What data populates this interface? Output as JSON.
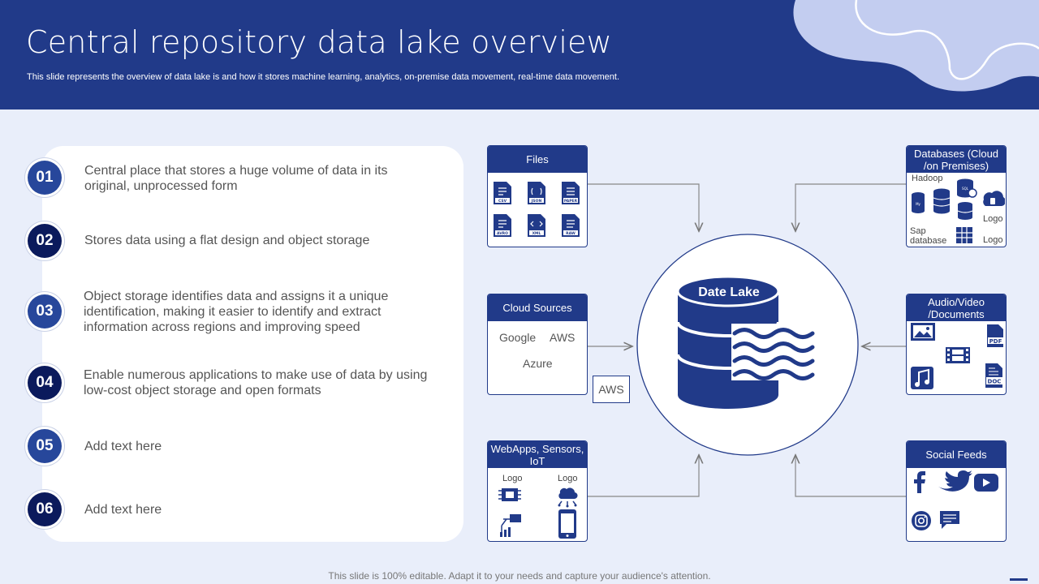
{
  "title": "Central repository data lake overview",
  "subtitle": "This slide represents the overview of data lake is and how it stores machine learning, analytics, on-premise data movement, real-time data movement.",
  "items": [
    {
      "num": "01",
      "text": "Central place that stores a huge volume of data in its original, unprocessed form"
    },
    {
      "num": "02",
      "text": "Stores data using a flat design and object storage"
    },
    {
      "num": "03",
      "text": "Object storage identifies data and assigns it a unique identification, making it easier to identify and extract information across regions and improving speed"
    },
    {
      "num": "04",
      "text": "Enable numerous applications to make use of data by using low-cost object storage and open formats"
    },
    {
      "num": "05",
      "text": "Add text here"
    },
    {
      "num": "06",
      "text": "Add text here"
    }
  ],
  "center": {
    "label": "Date Lake"
  },
  "sources": {
    "files": {
      "title": "Files",
      "file_types": [
        "CSV",
        "JSON",
        "PAPER",
        "AVRO",
        "XML",
        "RAW"
      ]
    },
    "databases": {
      "title": "Databases (Cloud /on Premises)",
      "hadoop": "Hadoop",
      "my": "My",
      "sql": "SQL",
      "logo1": "Logo",
      "sap": "Sap database",
      "logo2": "Logo"
    },
    "cloud": {
      "title": "Cloud Sources",
      "google": "Google",
      "aws": "AWS",
      "azure": "Azure",
      "aws_box": "AWS"
    },
    "audio": {
      "title": "Audio/Video /Documents",
      "pdf": "PDF",
      "doc": "DOC"
    },
    "webapps": {
      "title": "WebApps, Sensors, IoT",
      "logo1": "Logo",
      "logo2": "Logo"
    },
    "social": {
      "title": "Social Feeds"
    }
  },
  "footer": "This slide is 100% editable. Adapt it to your needs and capture your audience's attention.",
  "colors": {
    "primary": "#213a89",
    "dark": "#0b1a5c",
    "background": "#e9eefa"
  }
}
